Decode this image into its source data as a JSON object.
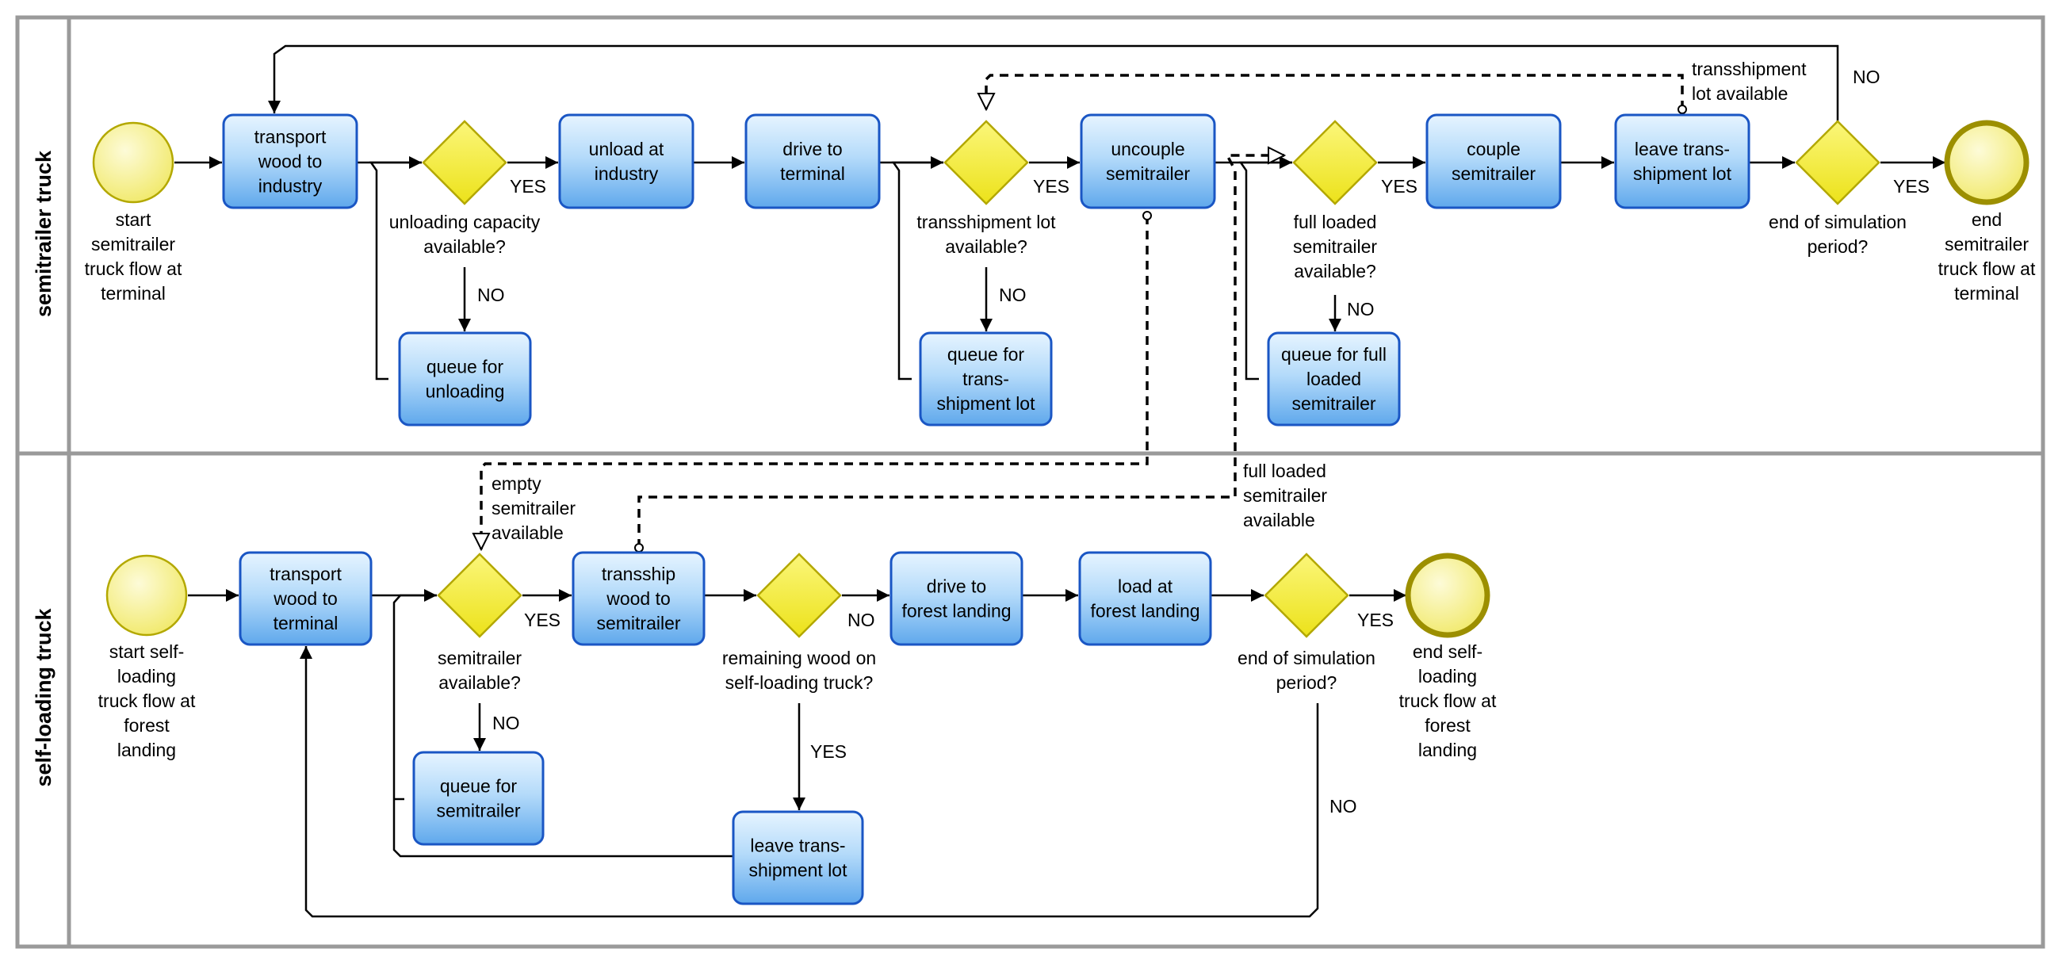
{
  "lanes": {
    "top": "semitrailer truck",
    "bottom": "self-loading truck"
  },
  "tasks": {
    "transport_industry": [
      "transport",
      "wood to",
      "industry"
    ],
    "unload_industry": [
      "unload at",
      "industry"
    ],
    "drive_terminal": [
      "drive to",
      "terminal"
    ],
    "uncouple": [
      "uncouple",
      "semitrailer"
    ],
    "couple": [
      "couple",
      "semitrailer"
    ],
    "leave_lot_top": [
      "leave trans-",
      "shipment lot"
    ],
    "queue_unloading": [
      "queue for",
      "unloading"
    ],
    "queue_lot": [
      "queue for",
      "trans-",
      "shipment lot"
    ],
    "queue_full": [
      "queue for full",
      "loaded",
      "semitrailer"
    ],
    "transport_terminal": [
      "transport",
      "wood to",
      "terminal"
    ],
    "tranship": [
      "transship",
      "wood to",
      "semitrailer"
    ],
    "drive_forest": [
      "drive to",
      "forest landing"
    ],
    "load_forest": [
      "load at",
      "forest landing"
    ],
    "queue_semitrailer": [
      "queue for",
      "semitrailer"
    ],
    "leave_lot_bottom": [
      "leave trans-",
      "shipment lot"
    ]
  },
  "events": {
    "start_top": [
      "start",
      "semitrailer",
      "truck flow at",
      "terminal"
    ],
    "end_top": [
      "end",
      "semitrailer",
      "truck flow at",
      "terminal"
    ],
    "start_bottom": [
      "start self-",
      "loading",
      "truck flow at",
      "forest",
      "landing"
    ],
    "end_bottom": [
      "end self-",
      "loading",
      "truck flow at",
      "forest",
      "landing"
    ]
  },
  "gateways": {
    "unloading_capacity": [
      "unloading capacity",
      "available?"
    ],
    "transshipment_lot": [
      "transshipment lot",
      "available?"
    ],
    "full_loaded": [
      "full loaded",
      "semitrailer",
      "available?"
    ],
    "end_sim_top": [
      "end of simulation",
      "period?"
    ],
    "semitrailer_available": [
      "semitrailer",
      "available?"
    ],
    "remaining_wood": [
      "remaining wood on",
      "self-loading truck?"
    ],
    "end_sim_bottom": [
      "end of simulation",
      "period?"
    ]
  },
  "branch_labels": {
    "yes": "YES",
    "no": "NO"
  },
  "message_labels": {
    "transshipment_lot_available": [
      "transshipment",
      "lot available"
    ],
    "empty_semitrailer_available": [
      "empty",
      "semitrailer",
      "available"
    ],
    "full_loaded_semitrailer_available": [
      "full loaded",
      "semitrailer",
      "available"
    ]
  },
  "colors": {
    "task_light": "#d6ecfc",
    "task_dark": "#6db2ee",
    "task_border": "#1a56c4",
    "gateway_fill": "#f7ee2a",
    "event_fill": "#f9f3a0",
    "lane_border": "#9a9a9a"
  }
}
